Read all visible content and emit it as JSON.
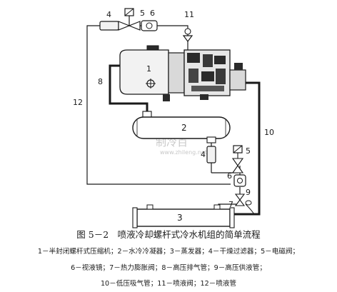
{
  "labels": {
    "n1": "1",
    "n2": "2",
    "n3": "3",
    "n4_top": "4",
    "n4_mid": "4",
    "n5_top": "5",
    "n5_mid": "5",
    "n6_top": "6",
    "n6_mid": "6",
    "n7": "7",
    "n8": "8",
    "n9": "9",
    "n10": "10",
    "n11": "11",
    "n12": "12"
  },
  "watermark": {
    "line1": "制冷百",
    "line2": "www.zhileng.net"
  },
  "caption": {
    "title": "图 5－2　喷液冷却螺杆式冷水机组的简单流程",
    "legend_line1": "1－半封闭螺杆式压缩机；2－水冷冷凝器；3－蒸发器；4－干燥过滤器；5－电磁阀；",
    "legend_line2": "6－视液镜；7－热力膨胀阀；8－高压排气管；9－高压供液管；",
    "legend_line3": "10－低压吸气管；11－喷液阀；12－喷液管"
  },
  "colors": {
    "ink": "#1a1a1a",
    "fill_light": "#f2f2f2",
    "fill_dark": "#2b2b2b",
    "watermark": "#c8c8c8"
  }
}
